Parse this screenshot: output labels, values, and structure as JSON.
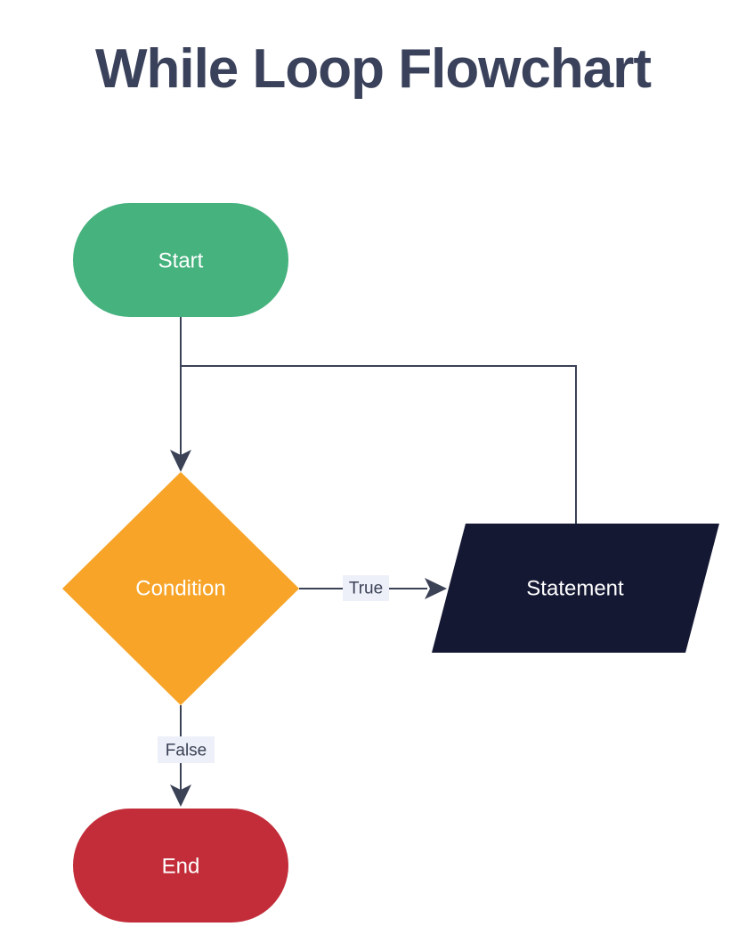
{
  "page": {
    "title": "While Loop Flowchart"
  },
  "colors": {
    "background": "#ffffff",
    "title_text": "#3A415A",
    "line": "#3B4256",
    "edge_label_bg": "#EDF0F8",
    "edge_label_text": "#3B4256",
    "node_text": "#FFFFFF",
    "start_fill": "#46B27E",
    "condition_fill": "#F7A428",
    "statement_fill": "#151833",
    "end_fill": "#C22D39"
  },
  "diagram": {
    "nodes": [
      {
        "id": "start",
        "type": "stadium",
        "label": "Start"
      },
      {
        "id": "condition",
        "type": "diamond",
        "label": "Condition"
      },
      {
        "id": "statement",
        "type": "parallelogram",
        "label": "Statement"
      },
      {
        "id": "end",
        "type": "stadium",
        "label": "End"
      }
    ],
    "edges": [
      {
        "from": "start",
        "to": "condition",
        "label": ""
      },
      {
        "from": "condition",
        "to": "statement",
        "label": "True"
      },
      {
        "from": "statement",
        "to": "condition",
        "label": ""
      },
      {
        "from": "condition",
        "to": "end",
        "label": "False"
      }
    ]
  }
}
